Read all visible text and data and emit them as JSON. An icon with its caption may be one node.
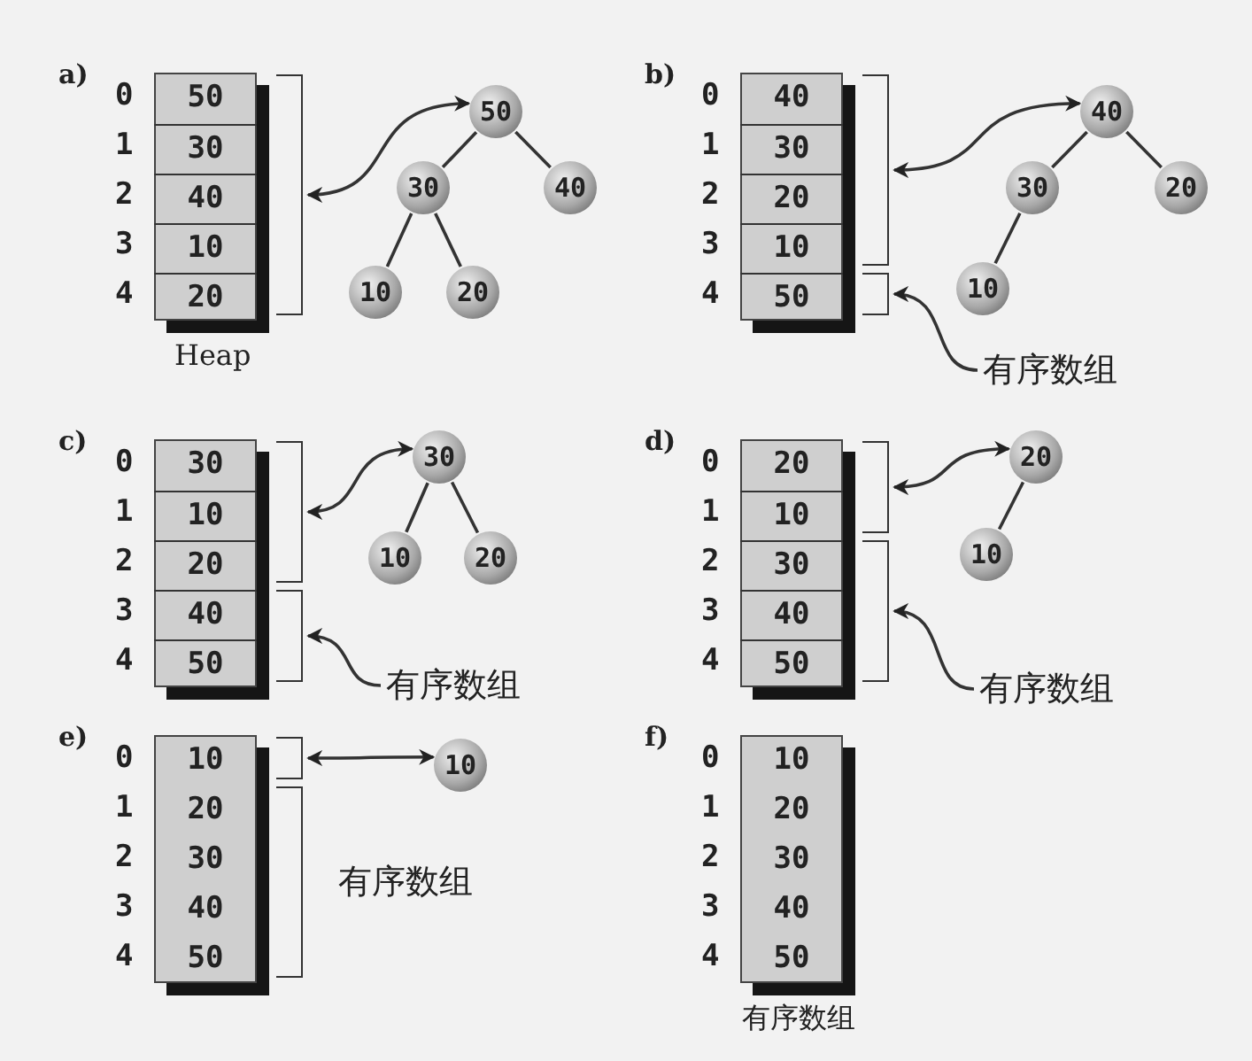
{
  "diagram": {
    "nodes": [
      {
        "text": [],
        "shape": "box",
        "beside": [
          "Heap"
        ]
      },
      {
        "text": [
          "50"
        ],
        "in": 0
      },
      {
        "text": [
          "30"
        ],
        "in": 0
      },
      {
        "text": [
          "40"
        ],
        "in": 0
      },
      {
        "text": [
          "10"
        ],
        "in": 0
      },
      {
        "text": [
          "20"
        ],
        "in": 0
      },
      {
        "text": [],
        "shape": "bracket"
      },
      {
        "text": [
          "50"
        ]
      },
      {
        "text": [
          "30"
        ]
      },
      {
        "text": [
          "40"
        ]
      },
      {
        "text": [
          "10"
        ]
      },
      {
        "text": [
          "20"
        ]
      },
      {
        "text": [],
        "shape": "box"
      },
      {
        "text": [
          "40"
        ],
        "in": 12
      },
      {
        "text": [
          "30"
        ],
        "in": 12
      },
      {
        "text": [
          "20"
        ],
        "in": 12
      },
      {
        "text": [
          "10"
        ],
        "in": 12
      },
      {
        "text": [
          "50"
        ],
        "in": 12
      },
      {
        "text": [],
        "shape": "bracket"
      },
      {
        "text": [],
        "shape": "bracket"
      },
      {
        "text": [
          "40"
        ]
      },
      {
        "text": [
          "30"
        ]
      },
      {
        "text": [
          "20"
        ]
      },
      {
        "text": [
          "10"
        ]
      },
      {
        "text": [
          "有序数组"
        ]
      },
      {
        "text": [],
        "shape": "box"
      },
      {
        "text": [
          "30"
        ],
        "in": 25
      },
      {
        "text": [
          "10"
        ],
        "in": 25
      },
      {
        "text": [
          "20"
        ],
        "in": 25
      },
      {
        "text": [
          "40"
        ],
        "in": 25
      },
      {
        "text": [
          "50"
        ],
        "in": 25
      },
      {
        "text": [],
        "shape": "bracket"
      },
      {
        "text": [],
        "shape": "bracket"
      },
      {
        "text": [
          "30"
        ]
      },
      {
        "text": [
          "10"
        ]
      },
      {
        "text": [
          "20"
        ]
      },
      {
        "text": [
          "有序数组"
        ]
      },
      {
        "text": [],
        "shape": "box"
      },
      {
        "text": [
          "20"
        ],
        "in": 37
      },
      {
        "text": [
          "10"
        ],
        "in": 37
      },
      {
        "text": [
          "30"
        ],
        "in": 37
      },
      {
        "text": [
          "40"
        ],
        "in": 37
      },
      {
        "text": [
          "50"
        ],
        "in": 37
      },
      {
        "text": [],
        "shape": "bracket"
      },
      {
        "text": [],
        "shape": "bracket"
      },
      {
        "text": [
          "20"
        ]
      },
      {
        "text": [
          "10"
        ]
      },
      {
        "text": [
          "有序数组"
        ]
      },
      {
        "text": [
          "10",
          "20",
          "30",
          "40",
          "50"
        ]
      },
      {
        "text": [],
        "shape": "bracket"
      },
      {
        "text": [],
        "shape": "bracket",
        "beside": [
          "有序数组"
        ]
      },
      {
        "text": [
          "10"
        ]
      },
      {
        "text": [
          "10",
          "20",
          "30",
          "40",
          "50"
        ],
        "beside": [
          "有序数组"
        ]
      }
    ],
    "edges": [
      {
        "from": 6,
        "to": 7,
        "arrow": "both"
      },
      {
        "from": 7,
        "to": 8,
        "arrow": "none"
      },
      {
        "from": 7,
        "to": 9,
        "arrow": "none"
      },
      {
        "from": 8,
        "to": 10,
        "arrow": "none"
      },
      {
        "from": 8,
        "to": 11,
        "arrow": "none"
      },
      {
        "from": 18,
        "to": 20,
        "arrow": "both"
      },
      {
        "from": 20,
        "to": 21,
        "arrow": "none"
      },
      {
        "from": 20,
        "to": 22,
        "arrow": "none"
      },
      {
        "from": 21,
        "to": 23,
        "arrow": "none"
      },
      {
        "from": 24,
        "to": 19,
        "arrow": "to"
      },
      {
        "from": 31,
        "to": 33,
        "arrow": "both"
      },
      {
        "from": 33,
        "to": 34,
        "arrow": "none"
      },
      {
        "from": 33,
        "to": 35,
        "arrow": "none"
      },
      {
        "from": 36,
        "to": 32,
        "arrow": "to"
      },
      {
        "from": 43,
        "to": 45,
        "arrow": "both"
      },
      {
        "from": 45,
        "to": 46,
        "arrow": "none"
      },
      {
        "from": 47,
        "to": 44,
        "arrow": "to"
      },
      {
        "from": 49,
        "to": 51,
        "arrow": "both"
      }
    ],
    "labels": [
      "a)",
      "0",
      "1",
      "2",
      "3",
      "4",
      "b)",
      "0",
      "1",
      "2",
      "3",
      "4",
      "c)",
      "0",
      "1",
      "2",
      "3",
      "4",
      "d)",
      "0",
      "1",
      "2",
      "3",
      "4",
      "e)",
      "0",
      "1",
      "2",
      "3",
      "4",
      "f)",
      "0",
      "1",
      "2",
      "3",
      "4"
    ]
  }
}
